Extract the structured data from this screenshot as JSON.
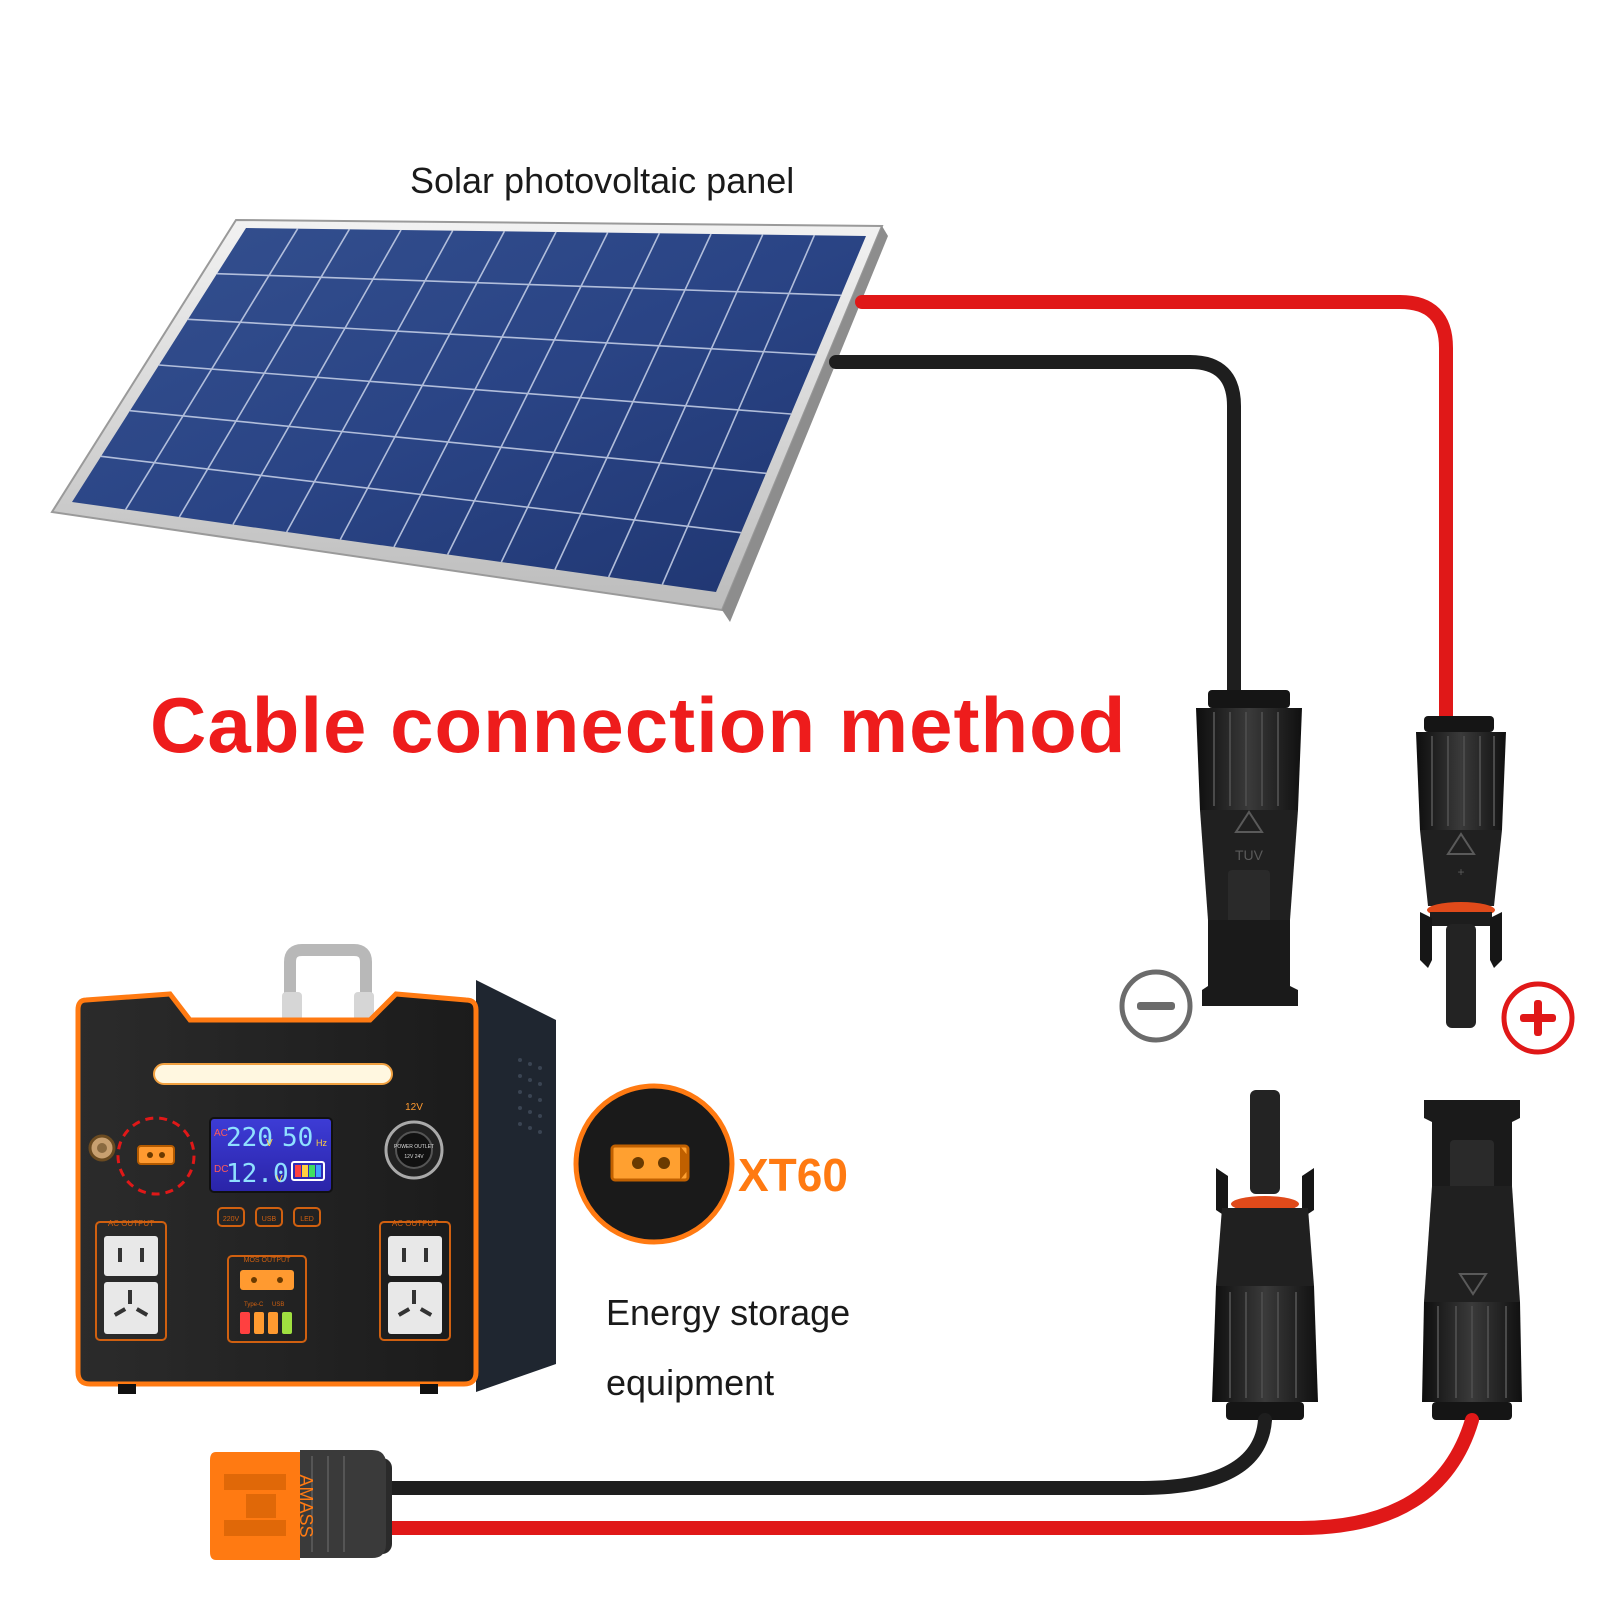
{
  "labels": {
    "panel": "Solar photovoltaic panel",
    "title": "Cable connection method",
    "connector": "XT60",
    "storage_line1": "Energy storage",
    "storage_line2": "equipment"
  },
  "device_display": {
    "ac_value": "220",
    "ac_unit": "V",
    "ac_freq": "50",
    "freq_unit": "Hz",
    "dc_value": "12.0",
    "dc_unit": "V",
    "ac_tag": "AC",
    "dc_tag": "DC"
  },
  "device_labels": {
    "ac_output": "AC OUTPUT",
    "dc_output": "MOS OUTPUT",
    "car_12v": "12V",
    "btn_220v": "220V",
    "btn_usb": "USB",
    "btn_led": "LED",
    "typec": "Type-C",
    "usb": "USB",
    "car_socket_text": "POWER OUTLET",
    "car_socket_sub": "12V 24V"
  },
  "connector_text": {
    "tuv": "TUV",
    "xt60_brand": "AMASS"
  },
  "colors": {
    "title": "#ee1c1c",
    "positive_cable": "#e01818",
    "negative_cable": "#1e1e1e",
    "xt60_orange": "#ff7a12",
    "panel_cell": "#2f4a8a"
  },
  "symbols": {
    "negative": "minus-icon",
    "positive": "plus-icon"
  }
}
